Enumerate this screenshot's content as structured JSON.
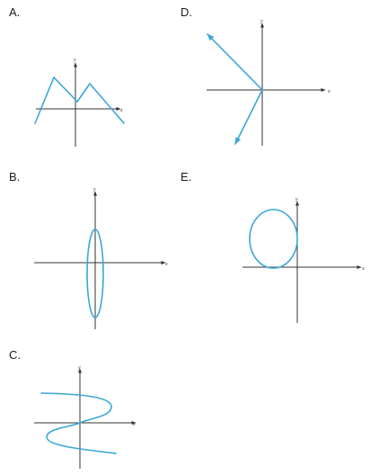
{
  "accent_color": "#3aa6d6",
  "axis_color": "#333333",
  "panels": {
    "a": {
      "label": "A.",
      "x_axis": "x",
      "y_axis": "y"
    },
    "b": {
      "label": "B.",
      "x_axis": "x",
      "y_axis": "y"
    },
    "c": {
      "label": "C.",
      "x_axis": "x",
      "y_axis": "y"
    },
    "d": {
      "label": "D.",
      "x_axis": "x",
      "y_axis": "y"
    },
    "e": {
      "label": "E.",
      "x_axis": "x",
      "y_axis": "y"
    }
  }
}
